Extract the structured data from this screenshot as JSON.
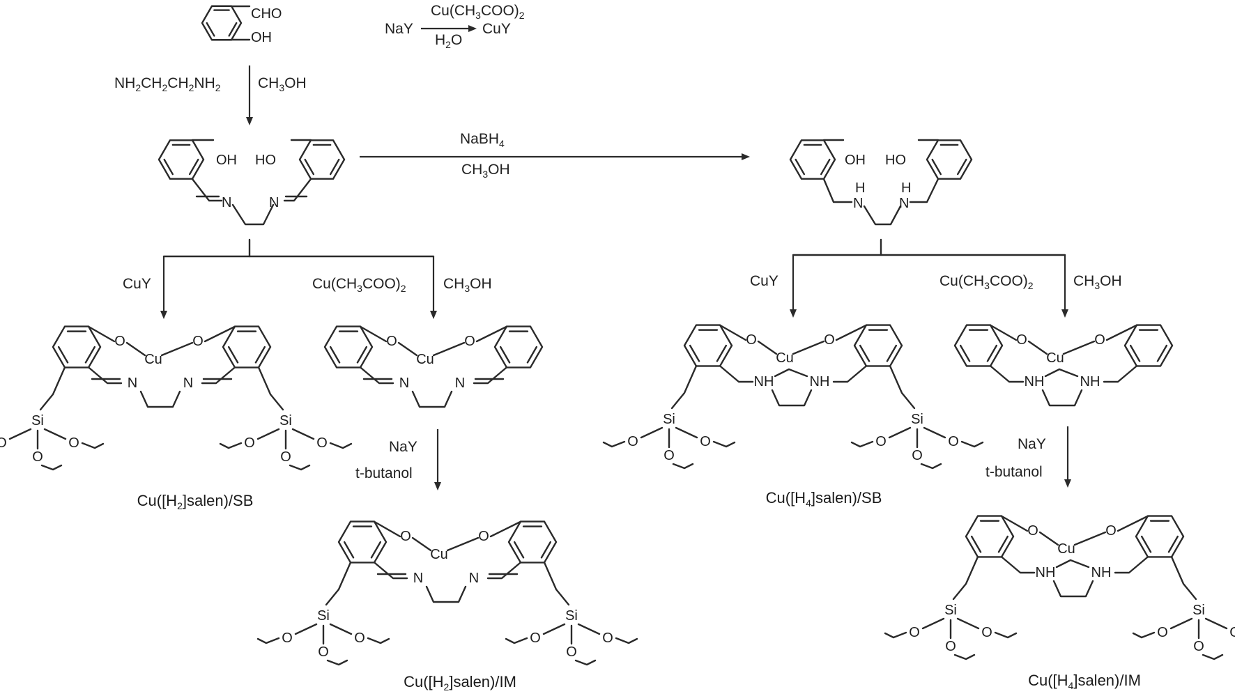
{
  "reagents": {
    "start_cho": "CHO",
    "start_oh": "OH",
    "nay": "NaY",
    "cu_acetate": [
      "Cu(CH",
      "3",
      "COO)",
      "2"
    ],
    "water": [
      "H",
      "2",
      "O"
    ],
    "cuy": "CuY",
    "diamine": [
      "NH",
      "2",
      "CH",
      "2",
      "CH",
      "2",
      "NH",
      "2"
    ],
    "methanol": [
      "CH",
      "3",
      "OH"
    ],
    "nabh4": [
      "NaBH",
      "4"
    ],
    "tbutanol": "t-butanol"
  },
  "atoms": {
    "oh": "OH",
    "ho": "HO",
    "n": "N",
    "h": "H",
    "nh": "NH",
    "o": "O",
    "cu": "Cu",
    "si": "Si"
  },
  "captions": {
    "h2_sb": [
      "Cu([H",
      "2",
      "]salen)/SB"
    ],
    "h2_im": [
      "Cu([H",
      "2",
      "]salen)/IM"
    ],
    "h4_sb": [
      "Cu([H",
      "4",
      "]salen)/SB"
    ],
    "h4_im": [
      "Cu([H",
      "4",
      "]salen)/IM"
    ]
  }
}
